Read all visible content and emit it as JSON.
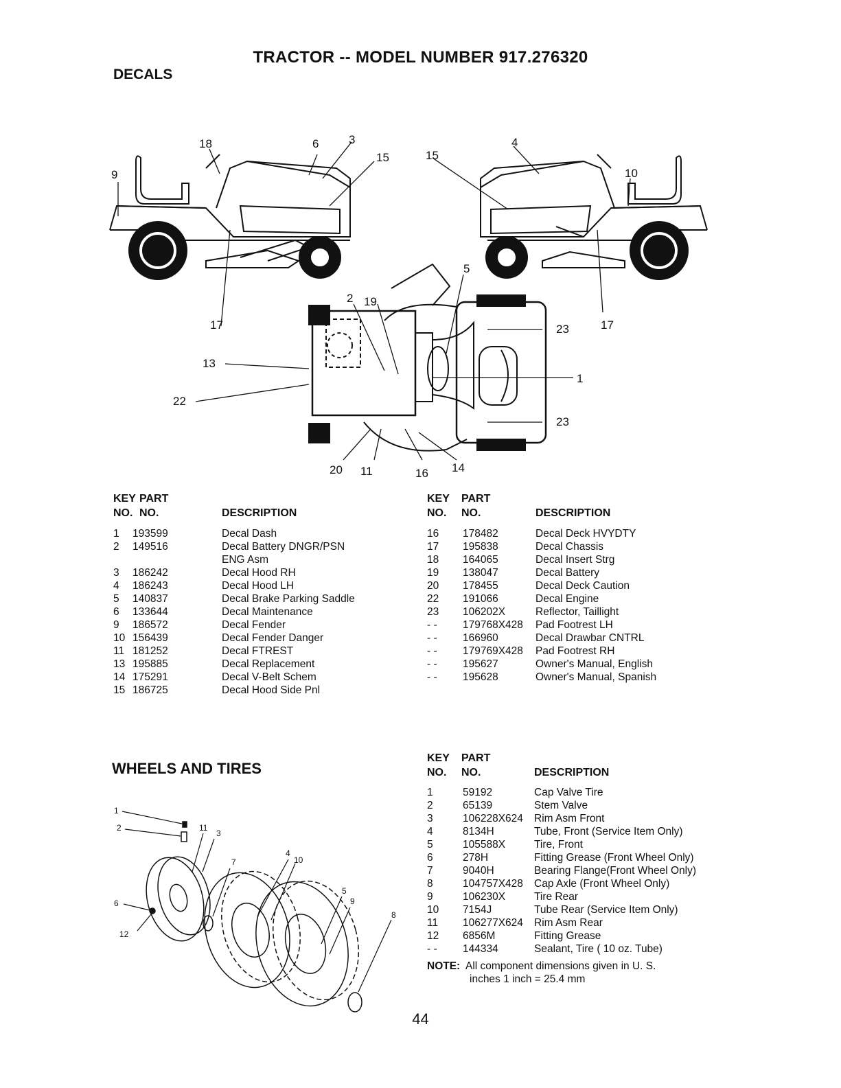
{
  "title": "TRACTOR -- MODEL NUMBER 917.276320",
  "decals": {
    "section_title": "DECALS",
    "headers": {
      "key_top": "KEY",
      "key_bottom": "NO.",
      "part_top": "PART",
      "part_bottom": "NO.",
      "desc": "DESCRIPTION"
    },
    "left_rows": [
      {
        "key": "1",
        "part": "193599",
        "desc": "Decal Dash"
      },
      {
        "key": "2",
        "part": "149516",
        "desc": "Decal Battery DNGR/PSN"
      },
      {
        "key": "",
        "part": "",
        "desc": "ENG Asm"
      },
      {
        "key": "3",
        "part": "186242",
        "desc": "Decal Hood RH"
      },
      {
        "key": "4",
        "part": "186243",
        "desc": "Decal Hood LH"
      },
      {
        "key": "5",
        "part": "140837",
        "desc": "Decal Brake Parking Saddle"
      },
      {
        "key": "6",
        "part": "133644",
        "desc": "Decal Maintenance"
      },
      {
        "key": "9",
        "part": "186572",
        "desc": "Decal Fender"
      },
      {
        "key": "10",
        "part": "156439",
        "desc": "Decal Fender Danger"
      },
      {
        "key": "11",
        "part": "181252",
        "desc": "Decal FTREST"
      },
      {
        "key": "13",
        "part": "195885",
        "desc": "Decal Replacement"
      },
      {
        "key": "14",
        "part": "175291",
        "desc": "Decal V-Belt Schem"
      },
      {
        "key": "15",
        "part": "186725",
        "desc": "Decal Hood Side Pnl"
      }
    ],
    "right_rows": [
      {
        "key": "16",
        "part": "178482",
        "desc": "Decal Deck HVYDTY"
      },
      {
        "key": "17",
        "part": "195838",
        "desc": "Decal Chassis"
      },
      {
        "key": "18",
        "part": "164065",
        "desc": "Decal Insert Strg"
      },
      {
        "key": "19",
        "part": "138047",
        "desc": "Decal Battery"
      },
      {
        "key": "20",
        "part": "178455",
        "desc": "Decal Deck Caution"
      },
      {
        "key": "22",
        "part": "191066",
        "desc": "Decal Engine"
      },
      {
        "key": "23",
        "part": "106202X",
        "desc": "Reflector, Taillight"
      },
      {
        "key": "- -",
        "part": "179768X428",
        "desc": "Pad Footrest LH"
      },
      {
        "key": "- -",
        "part": "166960",
        "desc": "Decal Drawbar CNTRL"
      },
      {
        "key": "- -",
        "part": "179769X428",
        "desc": "Pad Footrest RH"
      },
      {
        "key": "- -",
        "part": "195627",
        "desc": "Owner's Manual, English"
      },
      {
        "key": "- -",
        "part": "195628",
        "desc": "Owner's Manual, Spanish"
      }
    ],
    "callouts": {
      "c1": "1",
      "c2": "2",
      "c3": "3",
      "c4": "4",
      "c5": "5",
      "c6": "6",
      "c9": "9",
      "c10": "10",
      "c11": "11",
      "c13": "13",
      "c14": "14",
      "c15a": "15",
      "c15b": "15",
      "c16": "16",
      "c17a": "17",
      "c17b": "17",
      "c18": "18",
      "c19": "19",
      "c20": "20",
      "c22": "22",
      "c23a": "23",
      "c23b": "23"
    }
  },
  "wheels": {
    "section_title": "WHEELS AND TIRES",
    "headers": {
      "key_top": "KEY",
      "key_bottom": "NO.",
      "part_top": "PART",
      "part_bottom": "NO.",
      "desc": "DESCRIPTION"
    },
    "rows": [
      {
        "key": "1",
        "part": "59192",
        "desc": "Cap Valve Tire"
      },
      {
        "key": "2",
        "part": "65139",
        "desc": "Stem Valve"
      },
      {
        "key": "3",
        "part": "106228X624",
        "desc": "Rim Asm  Front"
      },
      {
        "key": "4",
        "part": "8134H",
        "desc": "Tube, Front (Service Item Only)"
      },
      {
        "key": "5",
        "part": "105588X",
        "desc": "Tire, Front"
      },
      {
        "key": "6",
        "part": "278H",
        "desc": "Fitting Grease (Front Wheel Only)"
      },
      {
        "key": "7",
        "part": "9040H",
        "desc": "Bearing Flange(Front Wheel Only)"
      },
      {
        "key": "8",
        "part": "104757X428",
        "desc": "Cap Axle (Front Wheel Only)"
      },
      {
        "key": "9",
        "part": "106230X",
        "desc": "Tire Rear"
      },
      {
        "key": "10",
        "part": "7154J",
        "desc": "Tube Rear (Service Item Only)"
      },
      {
        "key": "11",
        "part": "106277X624",
        "desc": "Rim Asm  Rear"
      },
      {
        "key": "12",
        "part": "6856M",
        "desc": "Fitting Grease"
      },
      {
        "key": "- -",
        "part": "144334",
        "desc": "Sealant, Tire ( 10 oz. Tube)"
      }
    ],
    "note_label": "NOTE:",
    "note_line1": "All component dimensions given in U. S.",
    "note_line2": "inches 1 inch = 25.4 mm",
    "callouts": {
      "w1": "1",
      "w2": "2",
      "w3": "3",
      "w4": "4",
      "w5": "5",
      "w6": "6",
      "w7": "7",
      "w8": "8",
      "w9": "9",
      "w10": "10",
      "w11": "11",
      "w12": "12"
    }
  },
  "page_number": "44"
}
